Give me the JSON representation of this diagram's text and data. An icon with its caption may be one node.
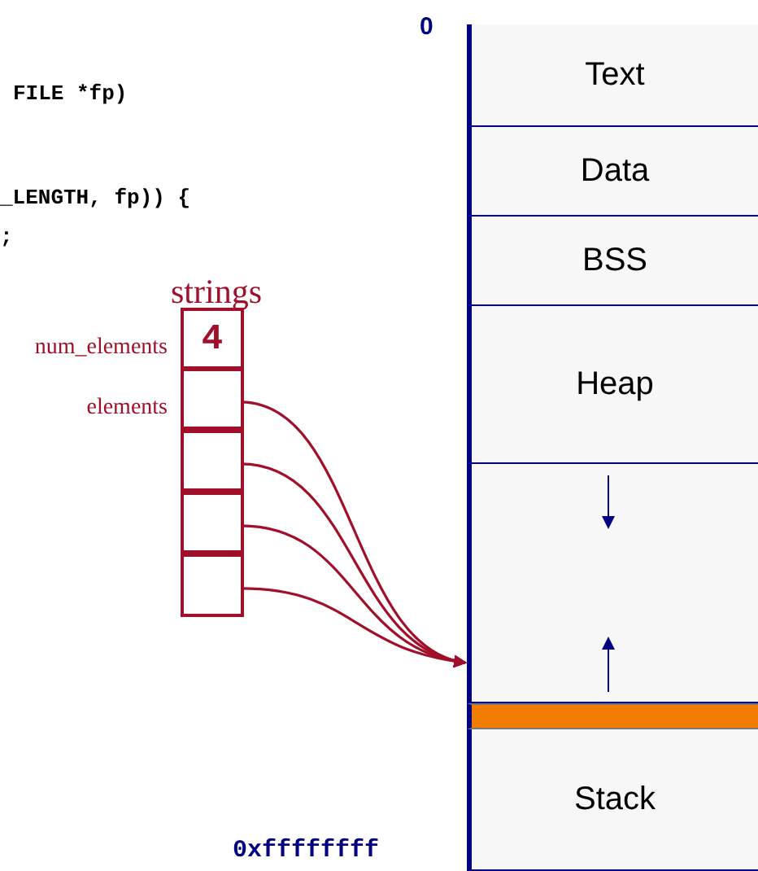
{
  "diagram": {
    "nodes": [
      {
        "text": [
          "strings"
        ]
      },
      {
        "text": [
          "4"
        ],
        "in": 0,
        "beside": [
          "num_elements"
        ]
      },
      {
        "text": [],
        "shape": "box",
        "in": 0,
        "beside": [
          "elements"
        ]
      },
      {
        "text": [],
        "shape": "box",
        "in": 0
      },
      {
        "text": [],
        "shape": "box",
        "in": 0
      },
      {
        "text": [],
        "shape": "box",
        "in": 0
      },
      {
        "text": [
          "Text"
        ]
      },
      {
        "text": [
          "Data"
        ]
      },
      {
        "text": [
          "BSS"
        ]
      },
      {
        "text": [
          "Heap"
        ]
      },
      {
        "text": [],
        "shape": "box"
      },
      {
        "text": [],
        "shape": "bar"
      },
      {
        "text": [
          "Stack"
        ]
      }
    ],
    "edges": [
      {
        "from": 2,
        "to": 10,
        "arrow": "to"
      },
      {
        "from": 3,
        "to": 10,
        "arrow": "to"
      },
      {
        "from": 4,
        "to": 10,
        "arrow": "to"
      },
      {
        "from": 5,
        "to": 10,
        "arrow": "to"
      }
    ],
    "labels": [
      "0",
      "FILE *fp)",
      "_LENGTH, fp)) {",
      ";",
      "0xffffffff"
    ]
  }
}
